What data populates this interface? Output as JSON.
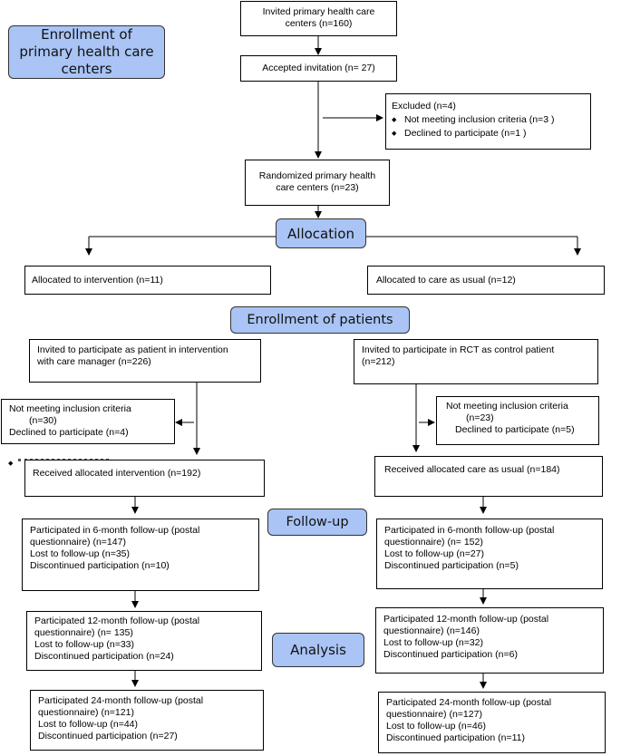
{
  "labels": {
    "enrollment_centers": "Enrollment of primary health care centers",
    "allocation": "Allocation",
    "enrollment_patients": "Enrollment of patients",
    "follow_up": "Follow-up",
    "analysis": "Analysis"
  },
  "boxes": {
    "invited_centers": [
      "Invited primary health care",
      "centers (n=160)"
    ],
    "accepted": "Accepted invitation (n= 27)",
    "excluded": {
      "title": "Excluded (n=4)",
      "items": [
        "Not meeting inclusion criteria (n=3 )",
        "Declined to participate (n=1 )"
      ]
    },
    "randomized": [
      "Randomized primary health",
      "care centers (n=23)"
    ],
    "alloc_intervention": "Allocated to intervention (n=11)",
    "alloc_usual": "Allocated to care as usual (n=12)",
    "invited_intervention": [
      "Invited to participate as patient in intervention",
      "with care manager (n=226)"
    ],
    "invited_control": [
      "Invited to participate in RCT as control patient",
      "(n=212)"
    ],
    "excl_intervention": [
      "Not meeting inclusion criteria",
      "(n=30)",
      "Declined to participate (n=4)"
    ],
    "excl_control": [
      "Not meeting inclusion criteria",
      "(n=23)",
      "Declined to participate (n=5)"
    ],
    "received_intervention": "Received allocated intervention (n=192)",
    "received_usual": "Received allocated care as usual (n=184)",
    "fu6_intervention": [
      "Participated in 6-month follow-up (postal",
      "questionnaire) (n=147)",
      "Lost to follow-up (n=35)",
      "Discontinued participation (n=10)"
    ],
    "fu6_control": [
      "Participated in 6-month follow-up (postal",
      "questionnaire) (n= 152)",
      "Lost to follow-up (n=27)",
      "Discontinued participation (n=5)"
    ],
    "fu12_intervention": [
      "Participated 12-month follow-up (postal",
      "questionnaire) (n= 135)",
      "Lost to follow-up (n=33)",
      "Discontinued participation (n=24)"
    ],
    "fu12_control": [
      "Participated 12-month follow-up (postal",
      "questionnaire) (n=146)",
      "Lost to follow-up (n=32)",
      "Discontinued participation (n=6)"
    ],
    "fu24_intervention": [
      "Participated 24-month follow-up (postal",
      "questionnaire) (n=121)",
      "Lost to follow-up (n=44)",
      "Discontinued participation (n=27)"
    ],
    "fu24_control": [
      "Participated 24-month follow-up (postal",
      "questionnaire) (n=127)",
      "Lost to follow-up (n=46)",
      "Discontinued participation (n=11)"
    ]
  },
  "colors": {
    "label_fill": "#a9c4f5",
    "line": "#000000"
  }
}
